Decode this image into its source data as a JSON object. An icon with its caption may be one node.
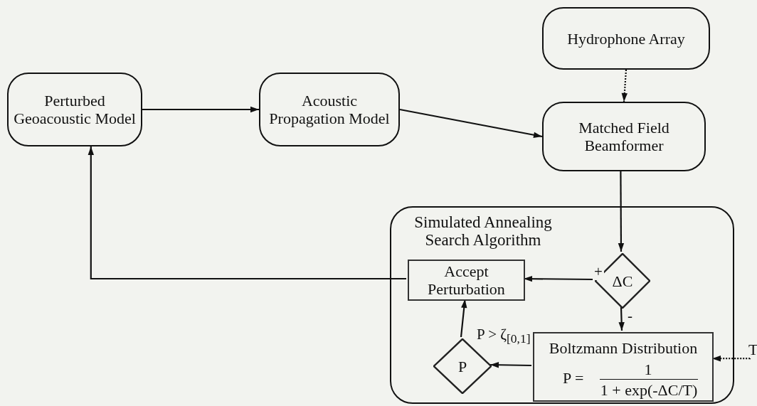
{
  "diagram": {
    "nodes": [
      {
        "text": [
          "Perturbed Geoacoustic Model"
        ]
      },
      {
        "text": [
          "Acoustic Propagation Model"
        ]
      },
      {
        "text": [
          "Hydrophone Array"
        ]
      },
      {
        "text": [
          "Matched Field Beamformer"
        ]
      },
      {
        "text": [
          "Simulated Annealing Search Algorithm"
        ]
      },
      {
        "text": [
          "Accept Perturbation"
        ],
        "in": 4
      },
      {
        "text": [
          "ΔC"
        ],
        "in": 4
      },
      {
        "text": [
          "P"
        ],
        "in": 4
      },
      {
        "text": [
          "Boltzmann Distribution",
          "P =",
          "1",
          "1 + exp(-ΔC/T)"
        ],
        "in": 4
      },
      {
        "text": [
          "T"
        ]
      }
    ],
    "edges": [
      {
        "from": 0,
        "to": 1,
        "arrow": "to"
      },
      {
        "from": 1,
        "to": 3,
        "arrow": "to"
      },
      {
        "from": 2,
        "to": 3,
        "arrow": "to",
        "style": "dashed"
      },
      {
        "from": 3,
        "to": 6,
        "arrow": "to"
      },
      {
        "from": 6,
        "to": 5,
        "arrow": "to",
        "label": "+"
      },
      {
        "from": 6,
        "to": 8,
        "arrow": "to",
        "label": "-"
      },
      {
        "from": 8,
        "to": 7,
        "arrow": "to"
      },
      {
        "from": 7,
        "to": 5,
        "arrow": "to",
        "label": "P > ζ$_{[0,1]}$"
      },
      {
        "from": 5,
        "to": 0,
        "arrow": "to"
      },
      {
        "from": 9,
        "to": 8,
        "arrow": "to",
        "style": "dashed"
      }
    ]
  }
}
